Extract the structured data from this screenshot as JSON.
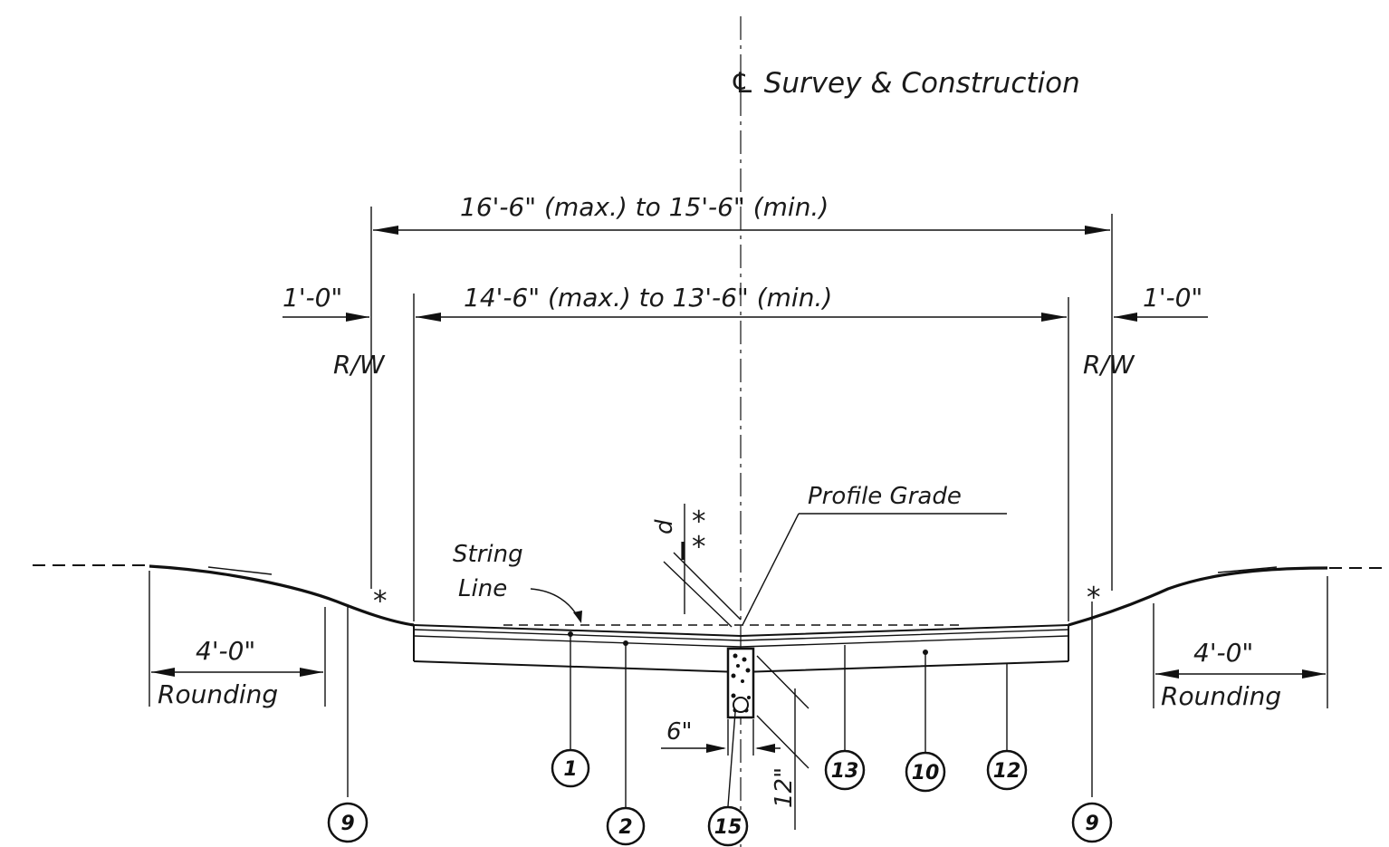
{
  "title": "℄ Survey & Construction",
  "dimensions": {
    "outer_width": "16'-6\" (max.) to 15'-6\" (min.)",
    "inner_width": "14'-6\" (max.) to 13'-6\" (min.)",
    "left_offset": "1'-0\"",
    "right_offset": "1'-0\"",
    "left_rounding_width": "4'-0\"",
    "right_rounding_width": "4'-0\"",
    "drain_width": "6\"",
    "drain_depth": "12\"",
    "depth_symbol": "d"
  },
  "labels": {
    "row_left": "R/W",
    "row_right": "R/W",
    "rounding_left": "Rounding",
    "rounding_right": "Rounding",
    "profile_grade": "Profile Grade",
    "string_line_1": "String",
    "string_line_2": "Line",
    "star_left": "*",
    "star_right": "*",
    "double_star": "**"
  },
  "callouts": [
    "1",
    "2",
    "15",
    "13",
    "10",
    "12",
    "9",
    "9"
  ]
}
